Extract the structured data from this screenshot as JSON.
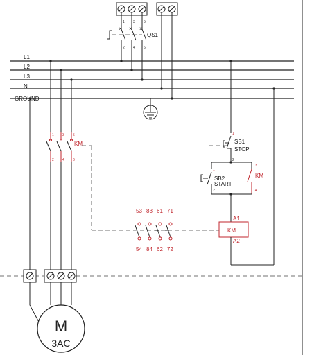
{
  "labels": {
    "qs1": "QS1",
    "l1": "L1",
    "l2": "L2",
    "l3": "L3",
    "n": "N",
    "ground": "GROUND",
    "km_main": "KM",
    "sb1": "SB1",
    "stop": "STOP",
    "sb2": "SB2",
    "start": "START",
    "km_aux": "KM",
    "coil": "KM",
    "a1": "A1",
    "a2": "A2",
    "motor_m": "M",
    "motor_3ac": "3AC"
  },
  "qs1_terminals": {
    "top": [
      "1",
      "3",
      "5"
    ],
    "bottom": [
      "2",
      "4",
      "6"
    ]
  },
  "km_main_terminals": {
    "top": [
      "1",
      "3",
      "5"
    ],
    "bottom": [
      "2",
      "4",
      "6"
    ]
  },
  "sb1_terminals": {
    "top": "1",
    "bottom": "2"
  },
  "sb2_terminals": {
    "top": "1",
    "bottom": "2"
  },
  "km_aux_terminals": {
    "top": "13",
    "bottom": "14"
  },
  "aux_contacts": {
    "top": [
      "53",
      "83",
      "61",
      "71"
    ],
    "bottom": [
      "54",
      "84",
      "62",
      "72"
    ]
  },
  "colors": {
    "wire": "#222222",
    "accent": "#c0262d",
    "background": "#ffffff"
  }
}
